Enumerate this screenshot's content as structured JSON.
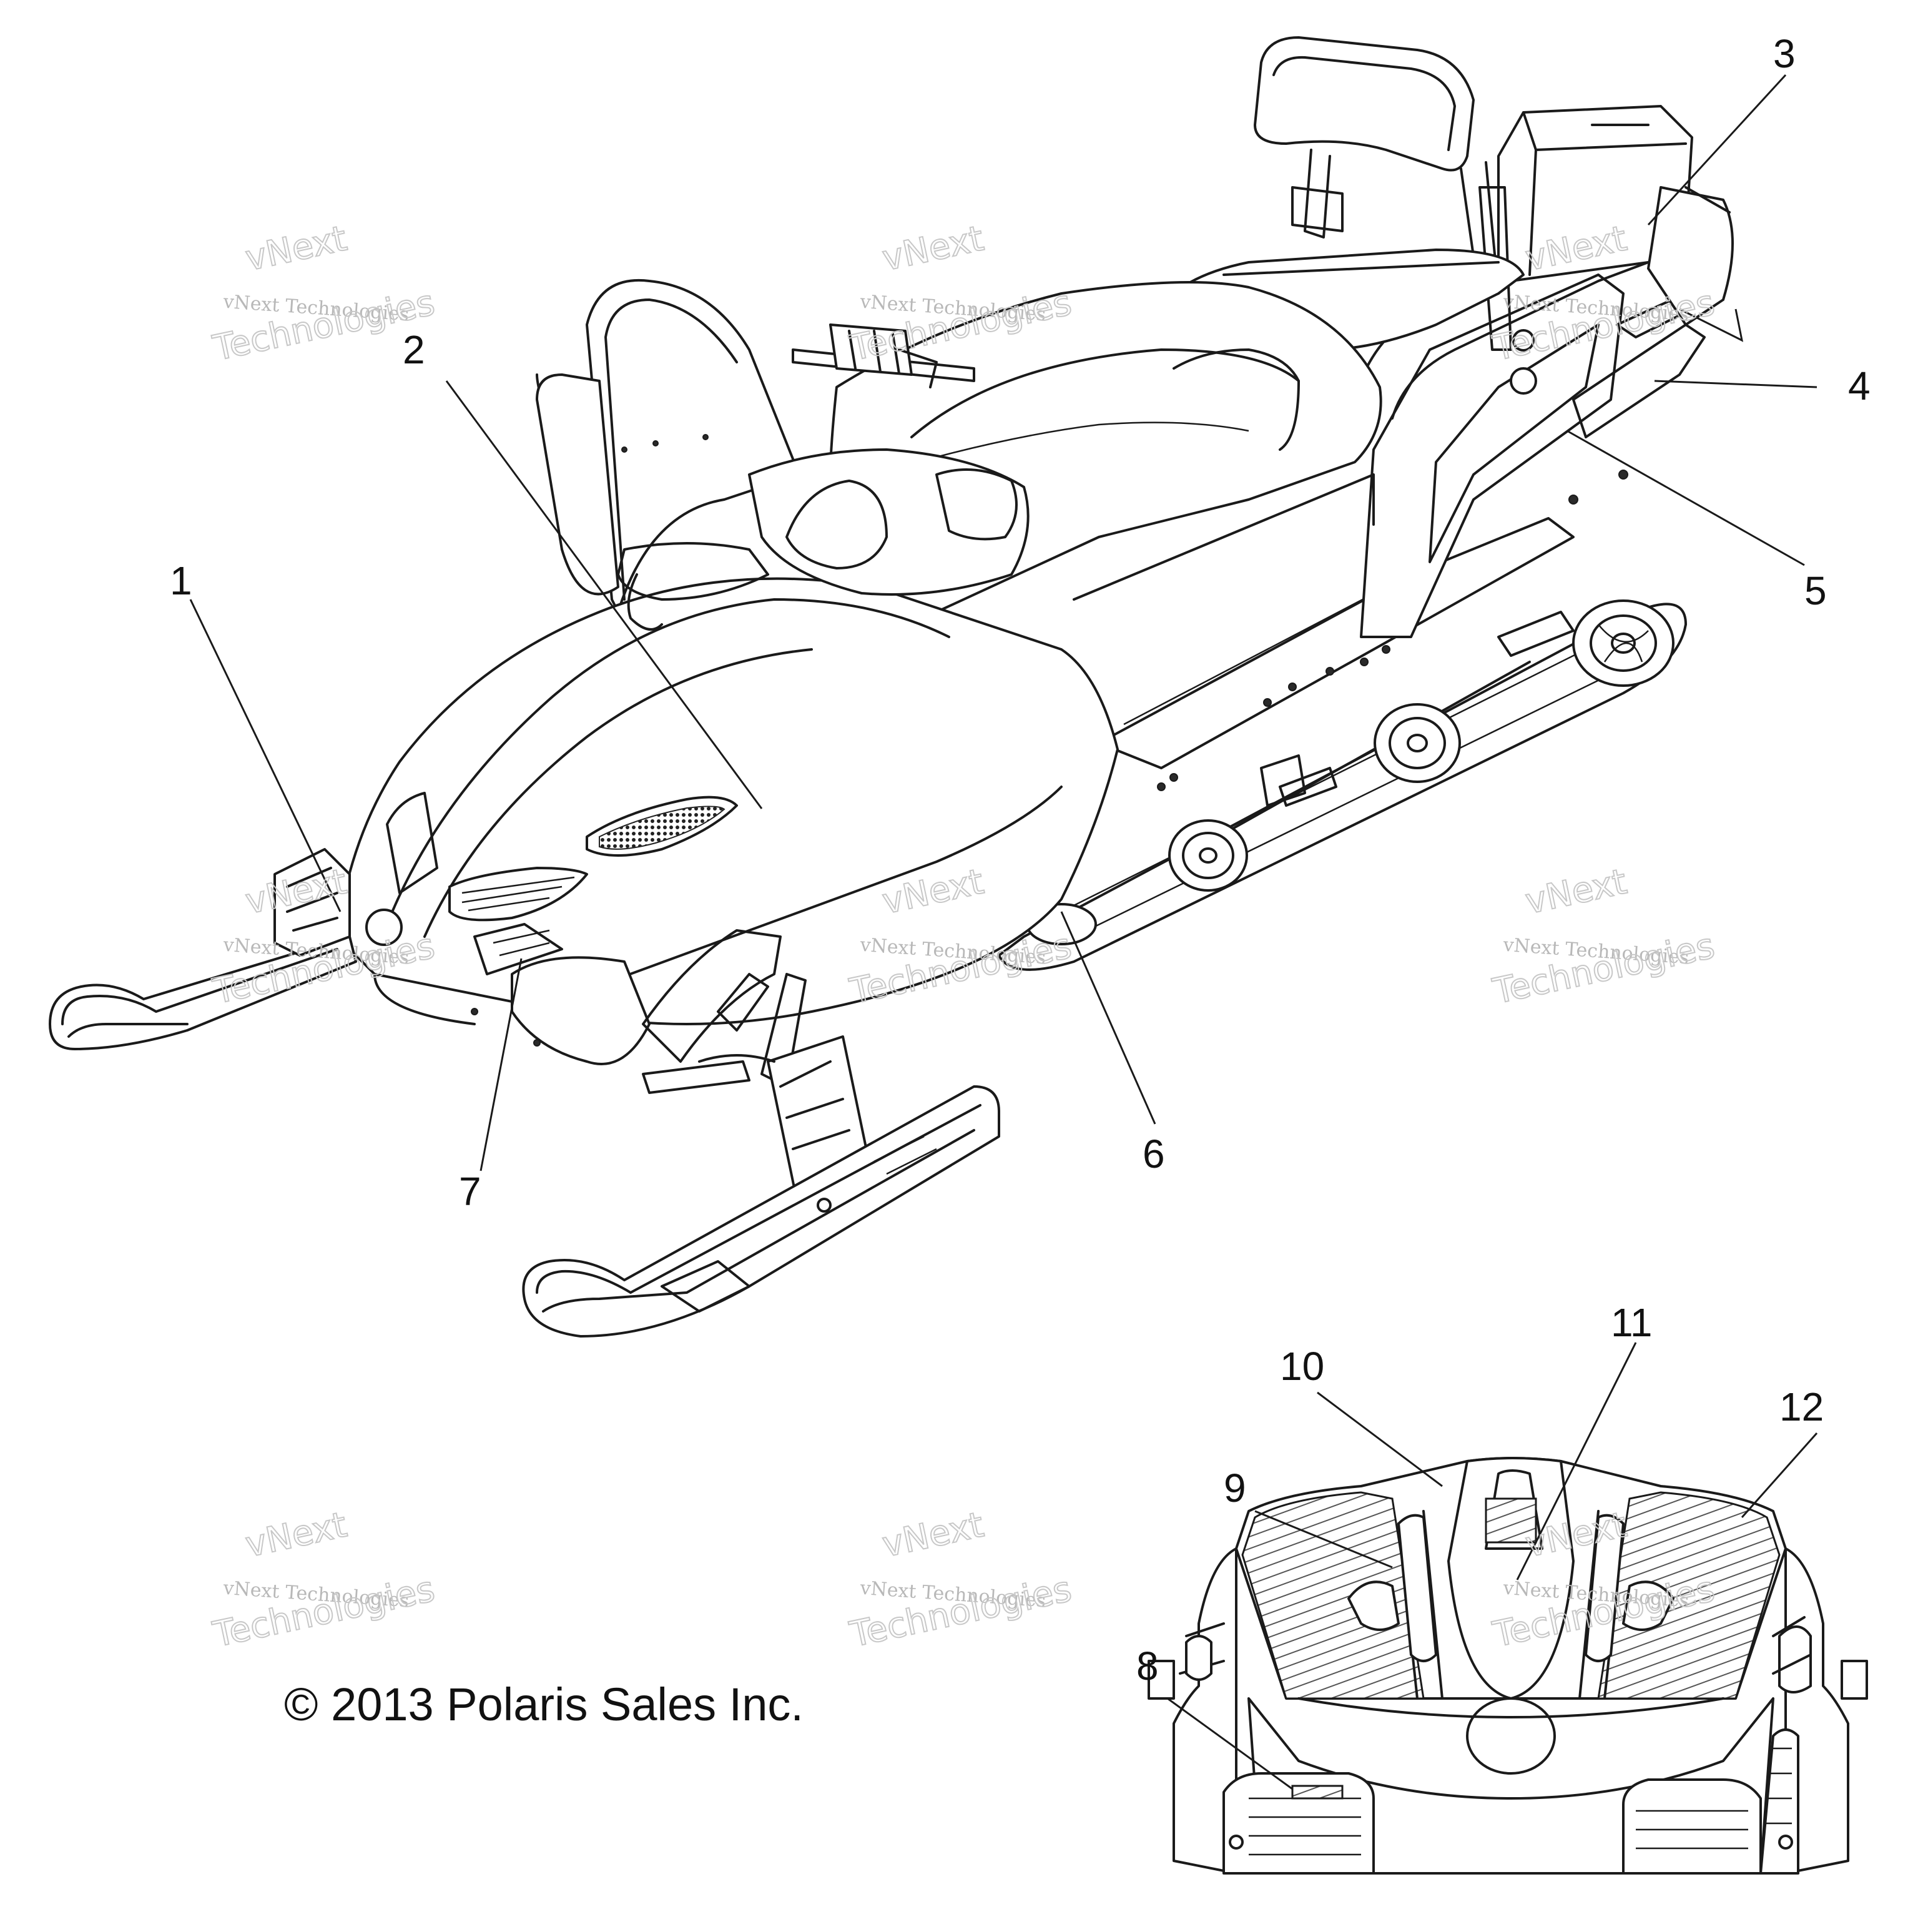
{
  "callouts": [
    {
      "id": "1",
      "label": "1"
    },
    {
      "id": "2",
      "label": "2"
    },
    {
      "id": "3",
      "label": "3"
    },
    {
      "id": "4",
      "label": "4"
    },
    {
      "id": "5",
      "label": "5"
    },
    {
      "id": "6",
      "label": "6"
    },
    {
      "id": "7",
      "label": "7"
    },
    {
      "id": "8",
      "label": "8"
    },
    {
      "id": "9",
      "label": "9"
    },
    {
      "id": "10",
      "label": "10"
    },
    {
      "id": "11",
      "label": "11"
    },
    {
      "id": "12",
      "label": "12"
    }
  ],
  "copyright": "© 2013 Polaris Sales Inc.",
  "watermark": {
    "line1": "vNext",
    "line2": "vNext Technologies",
    "line3": "Technologies"
  }
}
